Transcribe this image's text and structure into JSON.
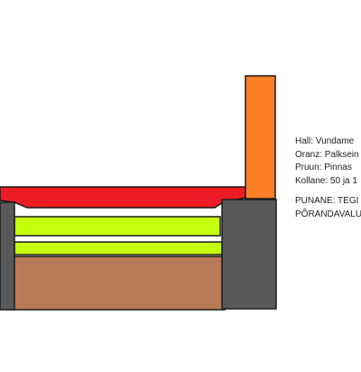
{
  "colors": {
    "background": "#ffffff",
    "outline": "#1a1a1a",
    "foundation_gray": "#595959",
    "column_orange": "#ff7f27",
    "red_layer": "#ed1c24",
    "yellow_green": "#c4ff0e",
    "soil_brown": "#b97a57",
    "text": "#222222"
  },
  "legend": {
    "line_1": "Hall: Vundame",
    "line_2": "Oranz: Palksein",
    "line_3": "Pruun: Pinnas",
    "line_4": "Kollane: 50 ja 1",
    "note_1": "PUNANE: TEGI",
    "note_2": "PÕRANDAVALU"
  },
  "icons": {
    "foundation": "gray-block-shape",
    "column": "orange-column-shape",
    "floor": "layered-rectangle-shape"
  }
}
